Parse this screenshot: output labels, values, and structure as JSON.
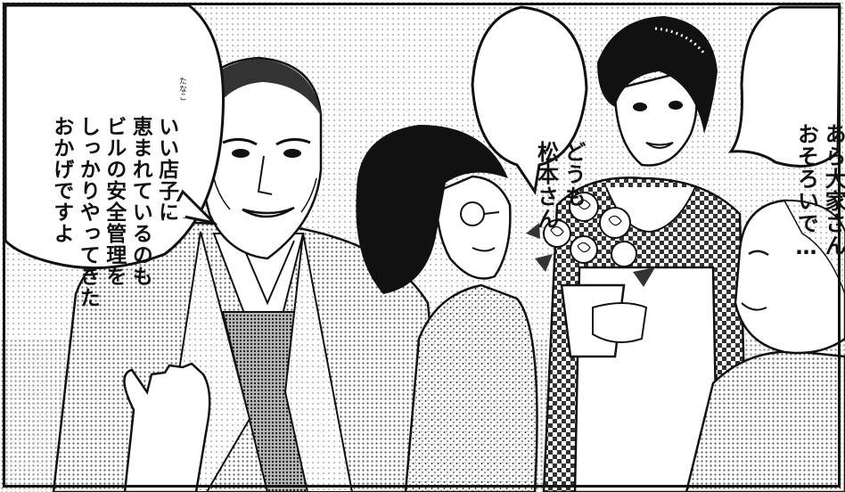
{
  "speech_bubbles": [
    {
      "id": "landlord",
      "lines": [
        "いい店子に",
        "恵まれているのも",
        "ビルの安全管理を",
        "しっかりやってきた",
        "おかげですよ"
      ],
      "ruby": "たなこ"
    },
    {
      "id": "woman_glasses",
      "lines": [
        "どうも",
        "松本さん"
      ]
    },
    {
      "id": "florist",
      "lines": [
        "あら大家さん",
        "おそろいで…"
      ]
    }
  ],
  "icons": [
    "bouquet-icon",
    "potted-roses"
  ]
}
